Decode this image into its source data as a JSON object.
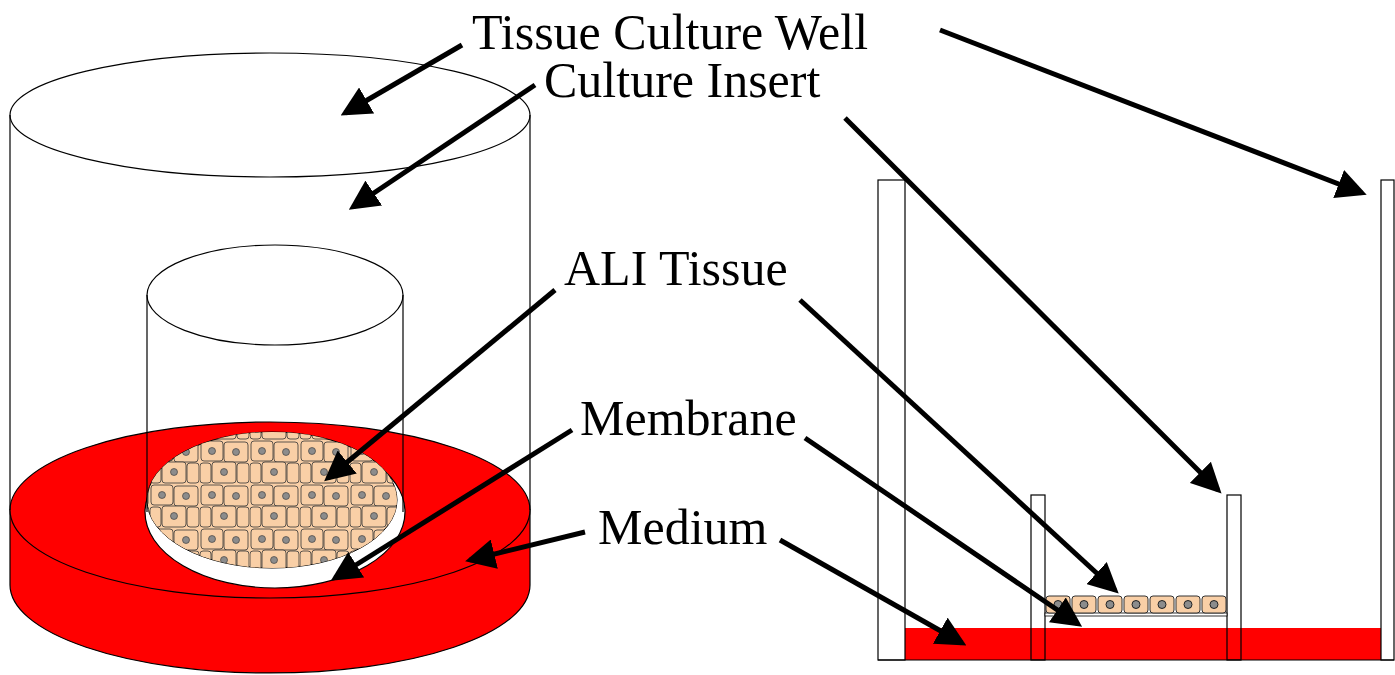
{
  "diagram": {
    "labels": [
      "Tissue Culture Well",
      "Culture Insert",
      "ALI Tissue",
      "Membrane",
      "Medium"
    ]
  }
}
